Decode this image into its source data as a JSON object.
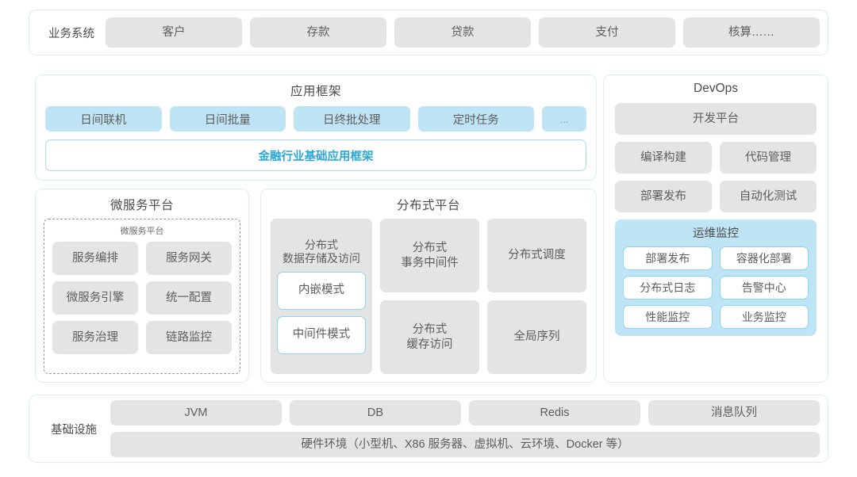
{
  "colors": {
    "panel_border": "#dbeef2",
    "gray_box": "#e5e4e4",
    "blue_box": "#bfe4f6",
    "accent_cyan": "#2aa6d8",
    "white_box_border": "#8fd4ee",
    "text": "#5d5d5d"
  },
  "business_systems": {
    "label": "业务系统",
    "items": [
      "客户",
      "存款",
      "贷款",
      "支付",
      "核算……"
    ]
  },
  "app_framework": {
    "title": "应用框架",
    "chips": [
      "日间联机",
      "日间批量",
      "日终批处理",
      "定时任务",
      "..."
    ],
    "base_framework": "金融行业基础应用框架"
  },
  "microservice_platform": {
    "title": "微服务平台",
    "inner_title": "微服务平台",
    "items": [
      "服务编排",
      "服务网关",
      "微服务引擎",
      "统一配置",
      "服务治理",
      "链路监控"
    ]
  },
  "distributed_platform": {
    "title": "分布式平台",
    "left_column": {
      "heading": "分布式\n数据存储及访问",
      "heading_line1": "分布式",
      "heading_line2": "数据存储及访问",
      "modes": [
        "内嵌模式",
        "中间件模式"
      ]
    },
    "grid": [
      {
        "line1": "分布式",
        "line2": "事务中间件"
      },
      {
        "line1": "分布式调度",
        "line2": ""
      },
      {
        "line1": "分布式",
        "line2": "缓存访问"
      },
      {
        "line1": "全局序列",
        "line2": ""
      }
    ]
  },
  "devops": {
    "title": "DevOps",
    "platform": "开发平台",
    "items": [
      "编译构建",
      "代码管理",
      "部署发布",
      "自动化测试"
    ],
    "monitoring": {
      "title": "运维监控",
      "items": [
        "部署发布",
        "容器化部署",
        "分布式日志",
        "告警中心",
        "性能监控",
        "业务监控"
      ]
    }
  },
  "infrastructure": {
    "label": "基础设施",
    "items": [
      "JVM",
      "DB",
      "Redis",
      "消息队列"
    ],
    "hardware": "硬件环境（小型机、X86 服务器、虚拟机、云环境、Docker 等）"
  }
}
